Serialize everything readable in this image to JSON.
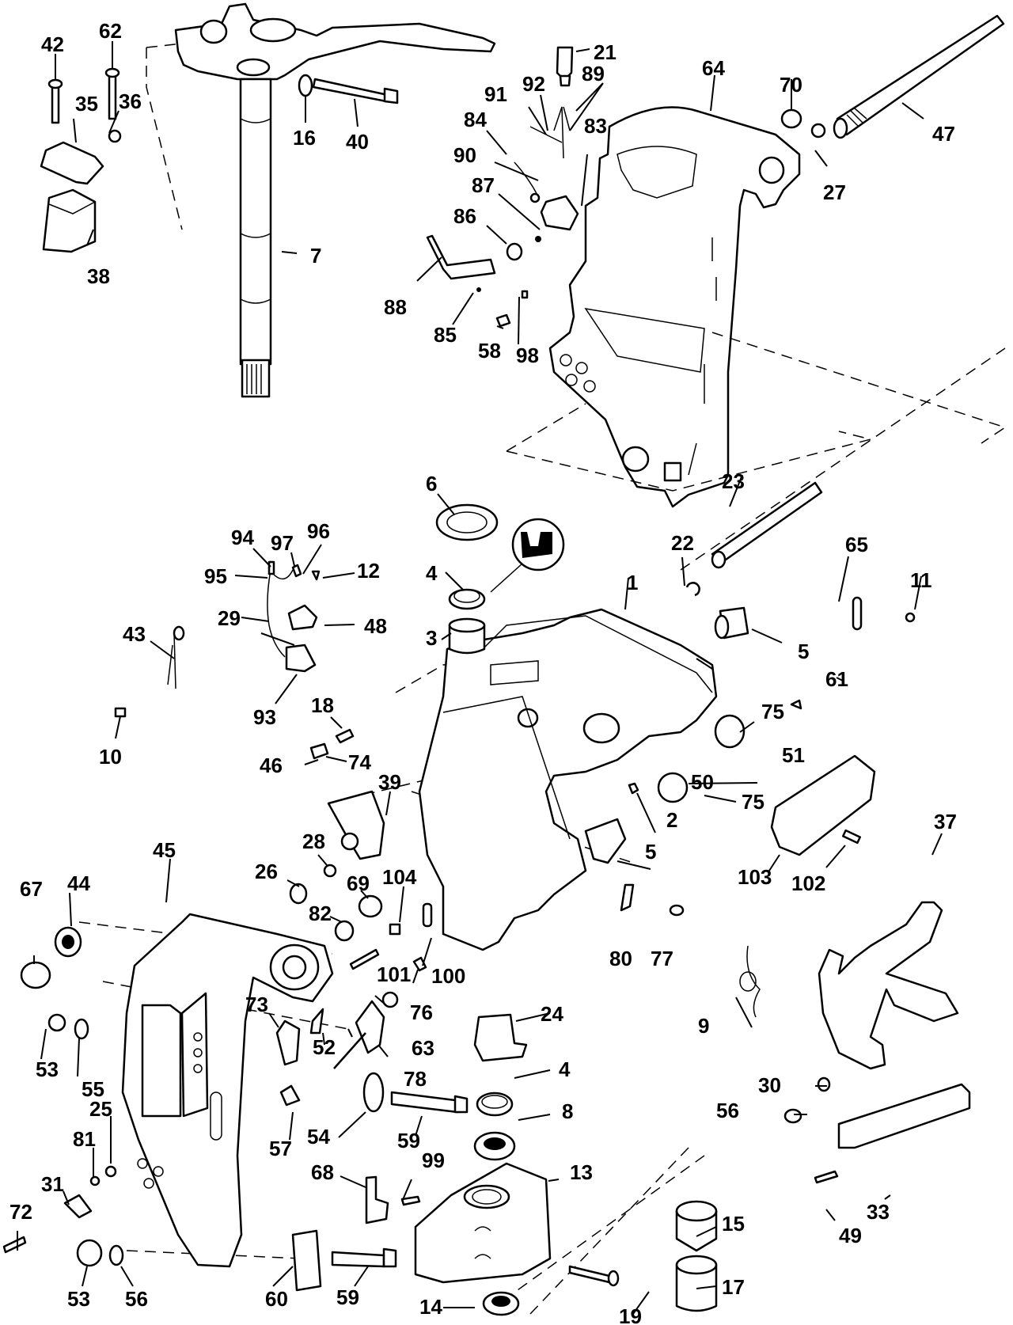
{
  "diagram": {
    "title": "",
    "type": "exploded parts diagram",
    "subject": "outboard motor swivel bracket / stern bracket assembly",
    "callouts": [
      {
        "id": "c1",
        "label": "1"
      },
      {
        "id": "c2",
        "label": "2"
      },
      {
        "id": "c3",
        "label": "3"
      },
      {
        "id": "c4a",
        "label": "4"
      },
      {
        "id": "c4b",
        "label": "4"
      },
      {
        "id": "c5a",
        "label": "5"
      },
      {
        "id": "c5b",
        "label": "5"
      },
      {
        "id": "c6",
        "label": "6"
      },
      {
        "id": "c7",
        "label": "7"
      },
      {
        "id": "c8",
        "label": "8"
      },
      {
        "id": "c9",
        "label": "9"
      },
      {
        "id": "c10",
        "label": "10"
      },
      {
        "id": "c11",
        "label": "11"
      },
      {
        "id": "c12",
        "label": "12"
      },
      {
        "id": "c13",
        "label": "13"
      },
      {
        "id": "c14",
        "label": "14"
      },
      {
        "id": "c15",
        "label": "15"
      },
      {
        "id": "c16",
        "label": "16"
      },
      {
        "id": "c17",
        "label": "17"
      },
      {
        "id": "c18",
        "label": "18"
      },
      {
        "id": "c19",
        "label": "19"
      },
      {
        "id": "c21",
        "label": "21"
      },
      {
        "id": "c22",
        "label": "22"
      },
      {
        "id": "c23",
        "label": "23"
      },
      {
        "id": "c24",
        "label": "24"
      },
      {
        "id": "c25",
        "label": "25"
      },
      {
        "id": "c26",
        "label": "26"
      },
      {
        "id": "c27",
        "label": "27"
      },
      {
        "id": "c28",
        "label": "28"
      },
      {
        "id": "c29",
        "label": "29"
      },
      {
        "id": "c30",
        "label": "30"
      },
      {
        "id": "c31",
        "label": "31"
      },
      {
        "id": "c33",
        "label": "33"
      },
      {
        "id": "c35",
        "label": "35"
      },
      {
        "id": "c36",
        "label": "36"
      },
      {
        "id": "c37",
        "label": "37"
      },
      {
        "id": "c38",
        "label": "38"
      },
      {
        "id": "c39",
        "label": "39"
      },
      {
        "id": "c40",
        "label": "40"
      },
      {
        "id": "c42",
        "label": "42"
      },
      {
        "id": "c43",
        "label": "43"
      },
      {
        "id": "c44",
        "label": "44"
      },
      {
        "id": "c45",
        "label": "45"
      },
      {
        "id": "c46",
        "label": "46"
      },
      {
        "id": "c47",
        "label": "47"
      },
      {
        "id": "c48",
        "label": "48"
      },
      {
        "id": "c49",
        "label": "49"
      },
      {
        "id": "c50",
        "label": "50"
      },
      {
        "id": "c51",
        "label": "51"
      },
      {
        "id": "c52",
        "label": "52"
      },
      {
        "id": "c53a",
        "label": "53"
      },
      {
        "id": "c53b",
        "label": "53"
      },
      {
        "id": "c54",
        "label": "54"
      },
      {
        "id": "c55",
        "label": "55"
      },
      {
        "id": "c56a",
        "label": "56"
      },
      {
        "id": "c56b",
        "label": "56"
      },
      {
        "id": "c57",
        "label": "57"
      },
      {
        "id": "c58",
        "label": "58"
      },
      {
        "id": "c59a",
        "label": "59"
      },
      {
        "id": "c59b",
        "label": "59"
      },
      {
        "id": "c60",
        "label": "60"
      },
      {
        "id": "c61",
        "label": "61"
      },
      {
        "id": "c62",
        "label": "62"
      },
      {
        "id": "c63",
        "label": "63"
      },
      {
        "id": "c64",
        "label": "64"
      },
      {
        "id": "c65",
        "label": "65"
      },
      {
        "id": "c67",
        "label": "67"
      },
      {
        "id": "c68",
        "label": "68"
      },
      {
        "id": "c69",
        "label": "69"
      },
      {
        "id": "c70",
        "label": "70"
      },
      {
        "id": "c72",
        "label": "72"
      },
      {
        "id": "c73",
        "label": "73"
      },
      {
        "id": "c74",
        "label": "74"
      },
      {
        "id": "c75a",
        "label": "75"
      },
      {
        "id": "c75b",
        "label": "75"
      },
      {
        "id": "c76",
        "label": "76"
      },
      {
        "id": "c77",
        "label": "77"
      },
      {
        "id": "c78",
        "label": "78"
      },
      {
        "id": "c80",
        "label": "80"
      },
      {
        "id": "c81",
        "label": "81"
      },
      {
        "id": "c82",
        "label": "82"
      },
      {
        "id": "c83",
        "label": "83"
      },
      {
        "id": "c84",
        "label": "84"
      },
      {
        "id": "c85",
        "label": "85"
      },
      {
        "id": "c86",
        "label": "86"
      },
      {
        "id": "c87",
        "label": "87"
      },
      {
        "id": "c88",
        "label": "88"
      },
      {
        "id": "c89",
        "label": "89"
      },
      {
        "id": "c90",
        "label": "90"
      },
      {
        "id": "c91",
        "label": "91"
      },
      {
        "id": "c92",
        "label": "92"
      },
      {
        "id": "c93",
        "label": "93"
      },
      {
        "id": "c94",
        "label": "94"
      },
      {
        "id": "c95",
        "label": "95"
      },
      {
        "id": "c96",
        "label": "96"
      },
      {
        "id": "c97",
        "label": "97"
      },
      {
        "id": "c98",
        "label": "98"
      },
      {
        "id": "c99",
        "label": "99"
      },
      {
        "id": "c100",
        "label": "100"
      },
      {
        "id": "c101",
        "label": "101"
      },
      {
        "id": "c102",
        "label": "102"
      },
      {
        "id": "c103",
        "label": "103"
      },
      {
        "id": "c104",
        "label": "104"
      }
    ],
    "symbols": [
      {
        "id": "lubricant-symbol",
        "meaning": "apply lubricant / sealant indicator (circle with grease-tube glyph)"
      }
    ]
  }
}
